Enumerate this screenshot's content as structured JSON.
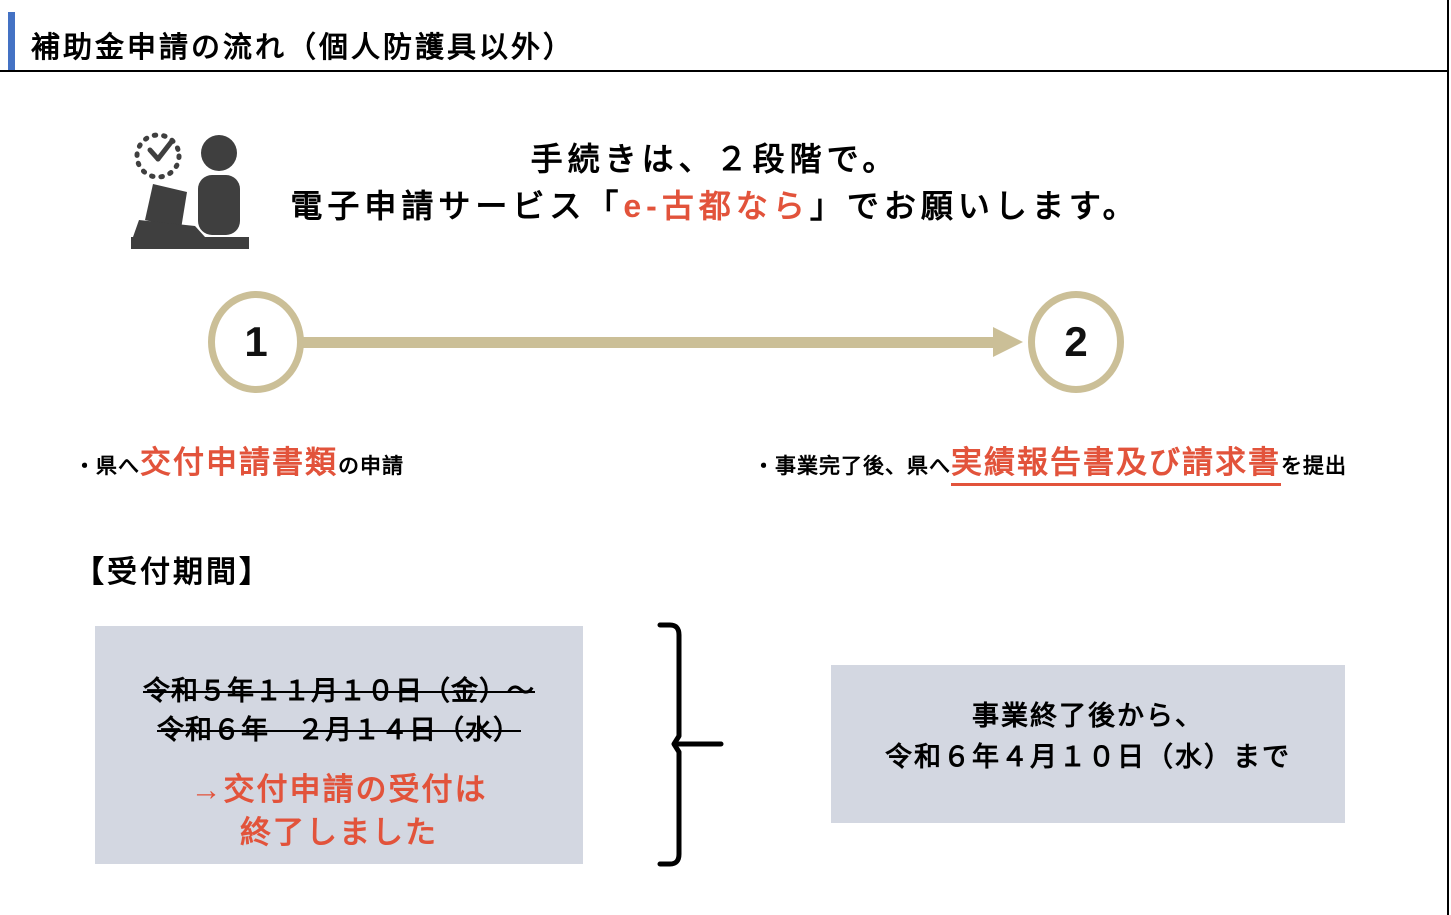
{
  "page": {
    "title": "補助金申請の流れ（個人防護具以外）"
  },
  "intro": {
    "line1": "手続きは、２段階で。",
    "line2_prefix": "電子申請サービス「",
    "line2_highlight": "e-古都なら",
    "line2_suffix": "」でお願いします。",
    "icon": "person-at-laptop-with-clock-icon"
  },
  "flow": {
    "step1_number": "1",
    "step2_number": "2",
    "step1_prefix": "・県へ",
    "step1_highlight": "交付申請書類",
    "step1_suffix": "の申請",
    "step2_prefix": "・事業完了後、県へ",
    "step2_highlight": "実績報告書及び請求書",
    "step2_suffix": "を提出"
  },
  "reception": {
    "section_title": "【受付期間】",
    "period_box": {
      "old_line1": "令和５年１１月１０日（金）～",
      "old_line2": "令和６年　２月１４日（水）",
      "notice_line1": "→交付申請の受付は",
      "notice_line2": "終了しました"
    },
    "deadline_box": {
      "line1": "事業終了後から、",
      "line2": "令和６年４月１０日（水）まで"
    }
  },
  "colors": {
    "header_blue": "#4472C4",
    "accent_red": "#E2533B",
    "flow_tan": "#CBBF97",
    "box_gray": "#D3D7E1",
    "icon_gray": "#3F3F3F"
  }
}
